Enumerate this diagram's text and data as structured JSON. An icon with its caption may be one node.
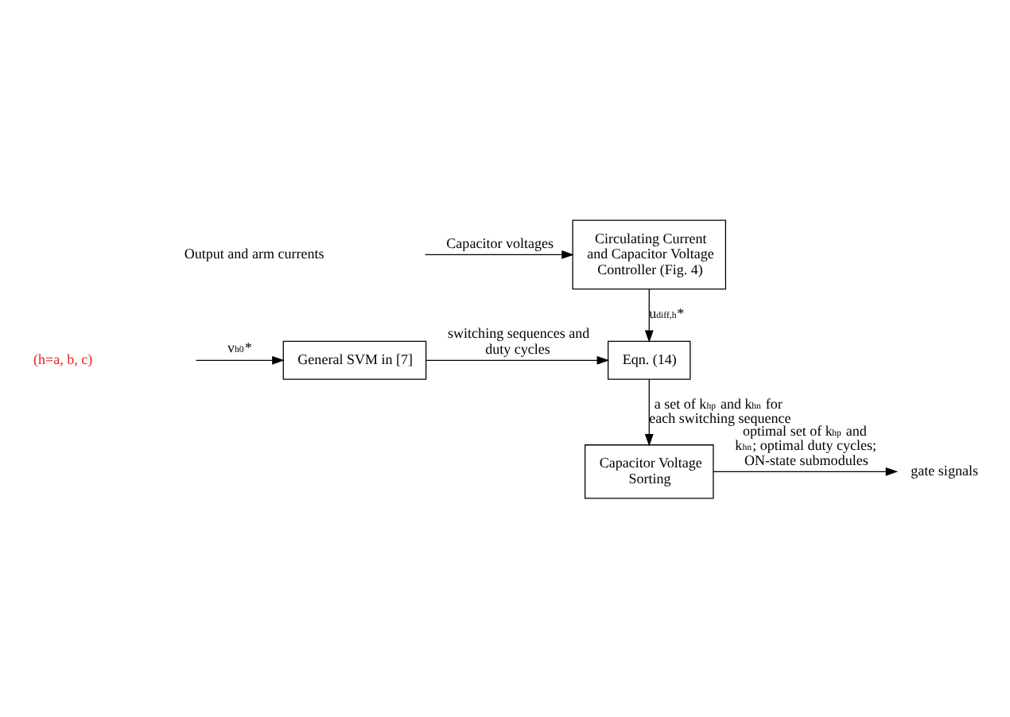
{
  "diagram": {
    "nodes": [
      {
        "text": [
          "Circulating Current and Capacitor Voltage Controller (Fig. 4)"
        ]
      },
      {
        "text": [
          "General SVM in [7]"
        ]
      },
      {
        "text": [
          "Eqn. (14)"
        ]
      },
      {
        "text": [
          "Capacitor Voltage Sorting"
        ]
      },
      {
        "text": [
          "gate signals"
        ]
      }
    ],
    "edges": [
      {
        "from": null,
        "to": 0,
        "arrow": "to",
        "label": "Capacitor voltages"
      },
      {
        "from": 0,
        "to": 2,
        "arrow": "to",
        "label": "u$_{diff,h}$*"
      },
      {
        "from": null,
        "to": 1,
        "arrow": "to",
        "label": "v$_{h0}$*"
      },
      {
        "from": 1,
        "to": 2,
        "arrow": "to",
        "label": "switching sequences and duty cycles"
      },
      {
        "from": 2,
        "to": 3,
        "arrow": "to",
        "label": "a set of k$_{hp}$ and k$_{hn}$ for each switching sequence"
      },
      {
        "from": 3,
        "to": 4,
        "arrow": "to",
        "label": "optimal set of k$_{hp}$ and k$_{hn}$; optimal duty cycles; ON-state submodules"
      }
    ],
    "labels": [
      "Output and arm currents",
      "(h=a, b, c)"
    ]
  }
}
